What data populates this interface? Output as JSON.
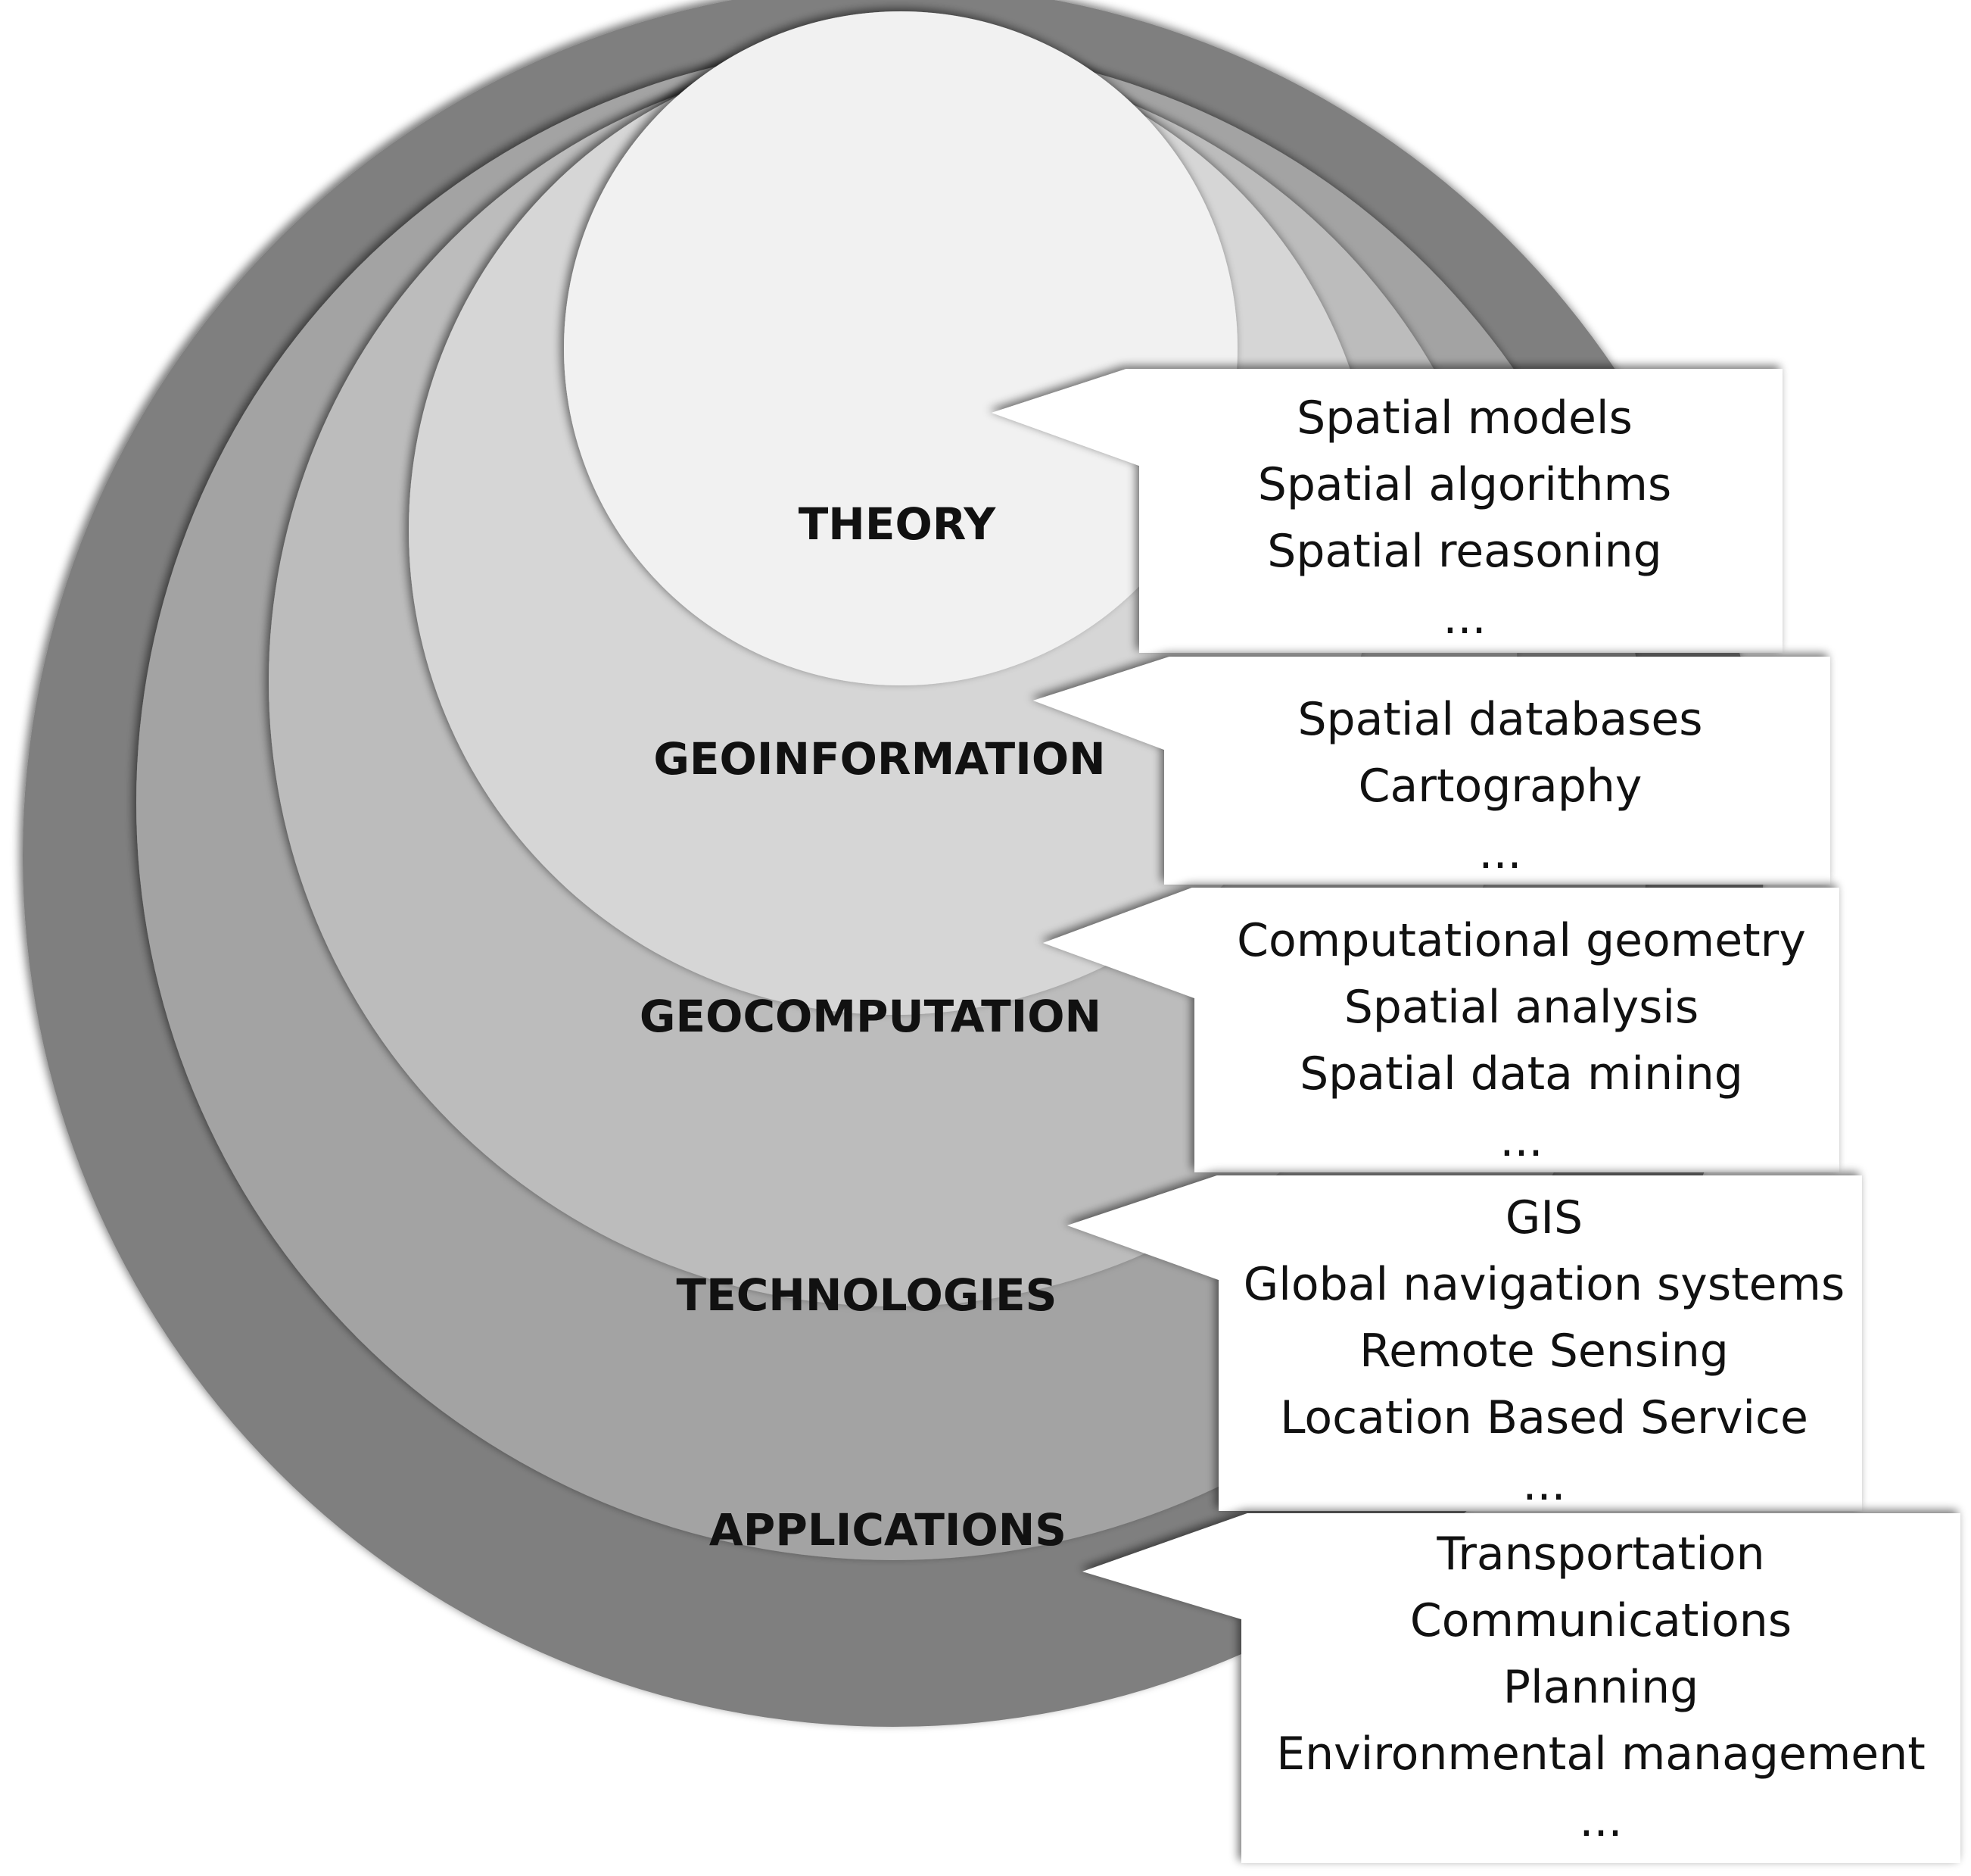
{
  "layers": [
    {
      "id": "applications",
      "label": "APPLICATIONS",
      "color": "#7f7f7f",
      "items": [
        "Transportation",
        "Communications",
        "Planning",
        "Environmental management",
        "..."
      ]
    },
    {
      "id": "technologies",
      "label": "TECHNOLOGIES",
      "color": "#a3a3a3",
      "items": [
        "GIS",
        "Global navigation systems",
        "Remote Sensing",
        "Location Based Service",
        "..."
      ]
    },
    {
      "id": "geocomputation",
      "label": "GEOCOMPUTATION",
      "color": "#bcbcbc",
      "items": [
        "Computational geometry",
        "Spatial analysis",
        "Spatial data mining",
        "..."
      ]
    },
    {
      "id": "geoinformation",
      "label": "GEOINFORMATION",
      "color": "#d6d6d6",
      "items": [
        "Spatial databases",
        "Cartography",
        "..."
      ]
    },
    {
      "id": "theory",
      "label": "THEORY",
      "color": "#f1f1f1",
      "items": [
        "Spatial models",
        "Spatial algorithms",
        "Spatial reasoning",
        "..."
      ]
    }
  ]
}
